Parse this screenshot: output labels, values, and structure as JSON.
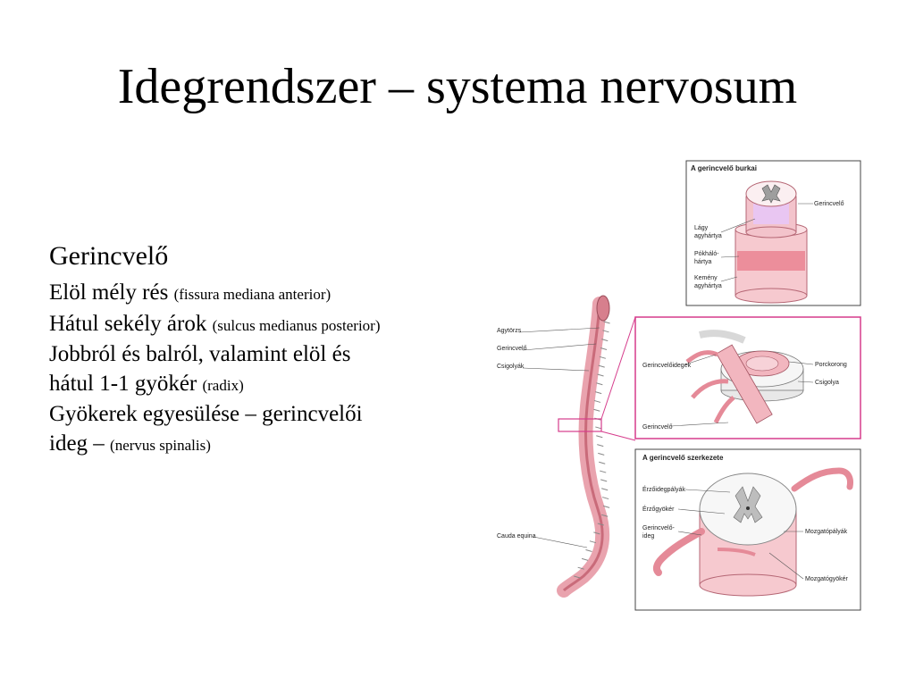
{
  "slide": {
    "title": "Idegrendszer – systema nervosum",
    "heading": "Gerincvelő",
    "lines": [
      {
        "main": "Elöl mély rés ",
        "note": "(fissura mediana anterior)"
      },
      {
        "main": "Hátul sekély árok ",
        "note": "(sulcus medianus posterior)"
      },
      {
        "main": "Jobbról és balról, valamint elöl és",
        "note": ""
      },
      {
        "main": "hátul 1-1 gyökér ",
        "note": "(radix)"
      },
      {
        "main": "Gyökerek egyesülése – gerincvelői",
        "note": ""
      },
      {
        "main": "ideg – ",
        "note": "(nervus spinalis)"
      }
    ]
  },
  "figure": {
    "spine_labels": [
      "Agytörzs",
      "Gerincvelő",
      "Csigolyák",
      "Cauda equina"
    ],
    "panel_membranes": {
      "title": "A gerincvelő burkai",
      "labels": [
        "Gerincvelő",
        "Lágy",
        "agyhártya",
        "Pókháló-",
        "hártya",
        "Kemény",
        "agyhártya"
      ]
    },
    "panel_nerves": {
      "labels": [
        "Gerincvelőidegek",
        "Porckorong",
        "Csigolya",
        "Gerincvelő"
      ]
    },
    "panel_structure": {
      "title": "A gerincvelő szerkezete",
      "labels": [
        "Érzőidegpályák",
        "Érzőgyökér",
        "Gerincvelő-",
        "ideg",
        "Mozgatópályák",
        "Mozgatógyökér"
      ]
    },
    "colors": {
      "pink": "#f2b6bf",
      "deep_pink": "#e58a98",
      "magenta_frame": "#d63c8c",
      "gray_matter": "#bdbdbd"
    }
  }
}
